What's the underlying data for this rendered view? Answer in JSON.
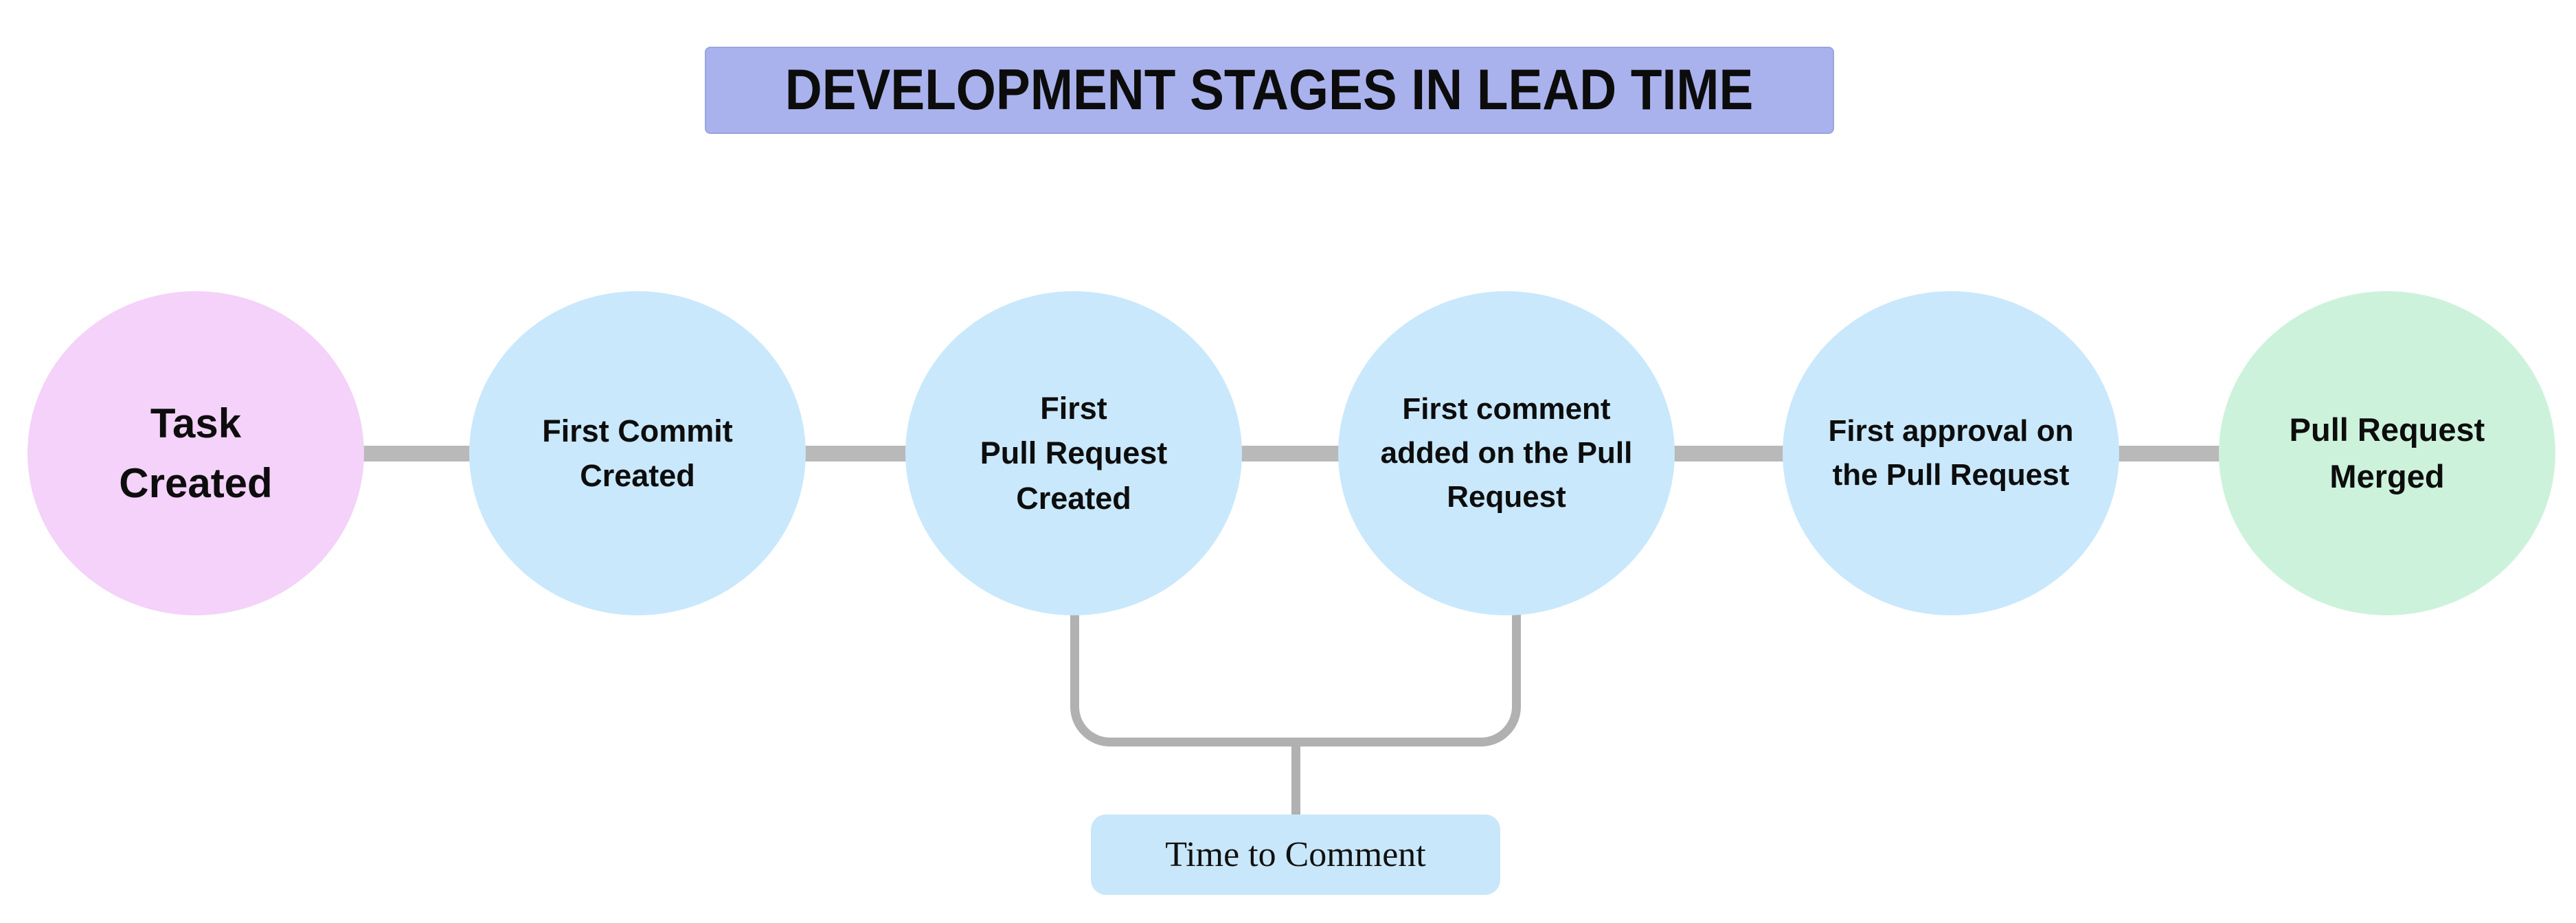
{
  "title": {
    "text": "DEVELOPMENT STAGES IN LEAD TIME",
    "bg": "#a9b2ec"
  },
  "stages": [
    {
      "label": "Task\nCreated",
      "color": "#f4d2f9"
    },
    {
      "label": "First Commit\nCreated",
      "color": "#c9e8fc"
    },
    {
      "label": "First\nPull Request\nCreated",
      "color": "#c9e8fc"
    },
    {
      "label": "First comment\nadded on the Pull\nRequest",
      "color": "#c9e8fc"
    },
    {
      "label": "First approval on\nthe Pull Request",
      "color": "#c9e8fc"
    },
    {
      "label": "Pull Request\nMerged",
      "color": "#cdf2dc"
    }
  ],
  "annotation": {
    "label": "Time to Comment",
    "bg": "#c9e7fa",
    "spans_stages": "First Pull Request Created to First comment added on the Pull Request"
  },
  "colors": {
    "connector": "#b9b9b9",
    "bracket": "#b1b1b1",
    "text": "#0d0d0d",
    "background": "#ffffff"
  }
}
